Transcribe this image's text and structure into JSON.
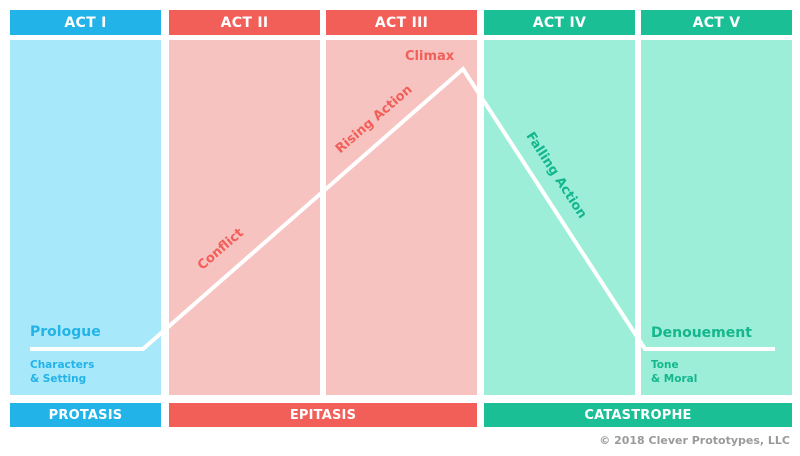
{
  "acts": [
    {
      "label": "ACT I",
      "header_color": "#22b3e8",
      "panel_color": "#a8e8fb"
    },
    {
      "label": "ACT II",
      "header_color": "#f25e58",
      "panel_color": "#f7c3c1"
    },
    {
      "label": "ACT III",
      "header_color": "#f25e58",
      "panel_color": "#f7c3c1"
    },
    {
      "label": "ACT IV",
      "header_color": "#1bbf96",
      "panel_color": "#9ceed9"
    },
    {
      "label": "ACT V",
      "header_color": "#1bbf96",
      "panel_color": "#9ceed9"
    }
  ],
  "phases": [
    {
      "label": "PROTASIS",
      "color": "#22b3e8"
    },
    {
      "label": "EPITASIS",
      "color": "#f25e58"
    },
    {
      "label": "CATASTROPHE",
      "color": "#1bbf96"
    }
  ],
  "labels": {
    "prologue": "Prologue",
    "characters_line1": "Characters",
    "characters_line2": "& Setting",
    "conflict": "Conflict",
    "rising_action": "Rising Action",
    "climax": "Climax",
    "falling_action": "Falling Action",
    "denouement": "Denouement",
    "tone_line1": "Tone",
    "tone_line2": "& Moral"
  },
  "label_colors": {
    "blue": "#22b3e8",
    "red": "#f25e58",
    "green": "#14b78d"
  },
  "copyright": "© 2018 Clever Prototypes, LLC"
}
